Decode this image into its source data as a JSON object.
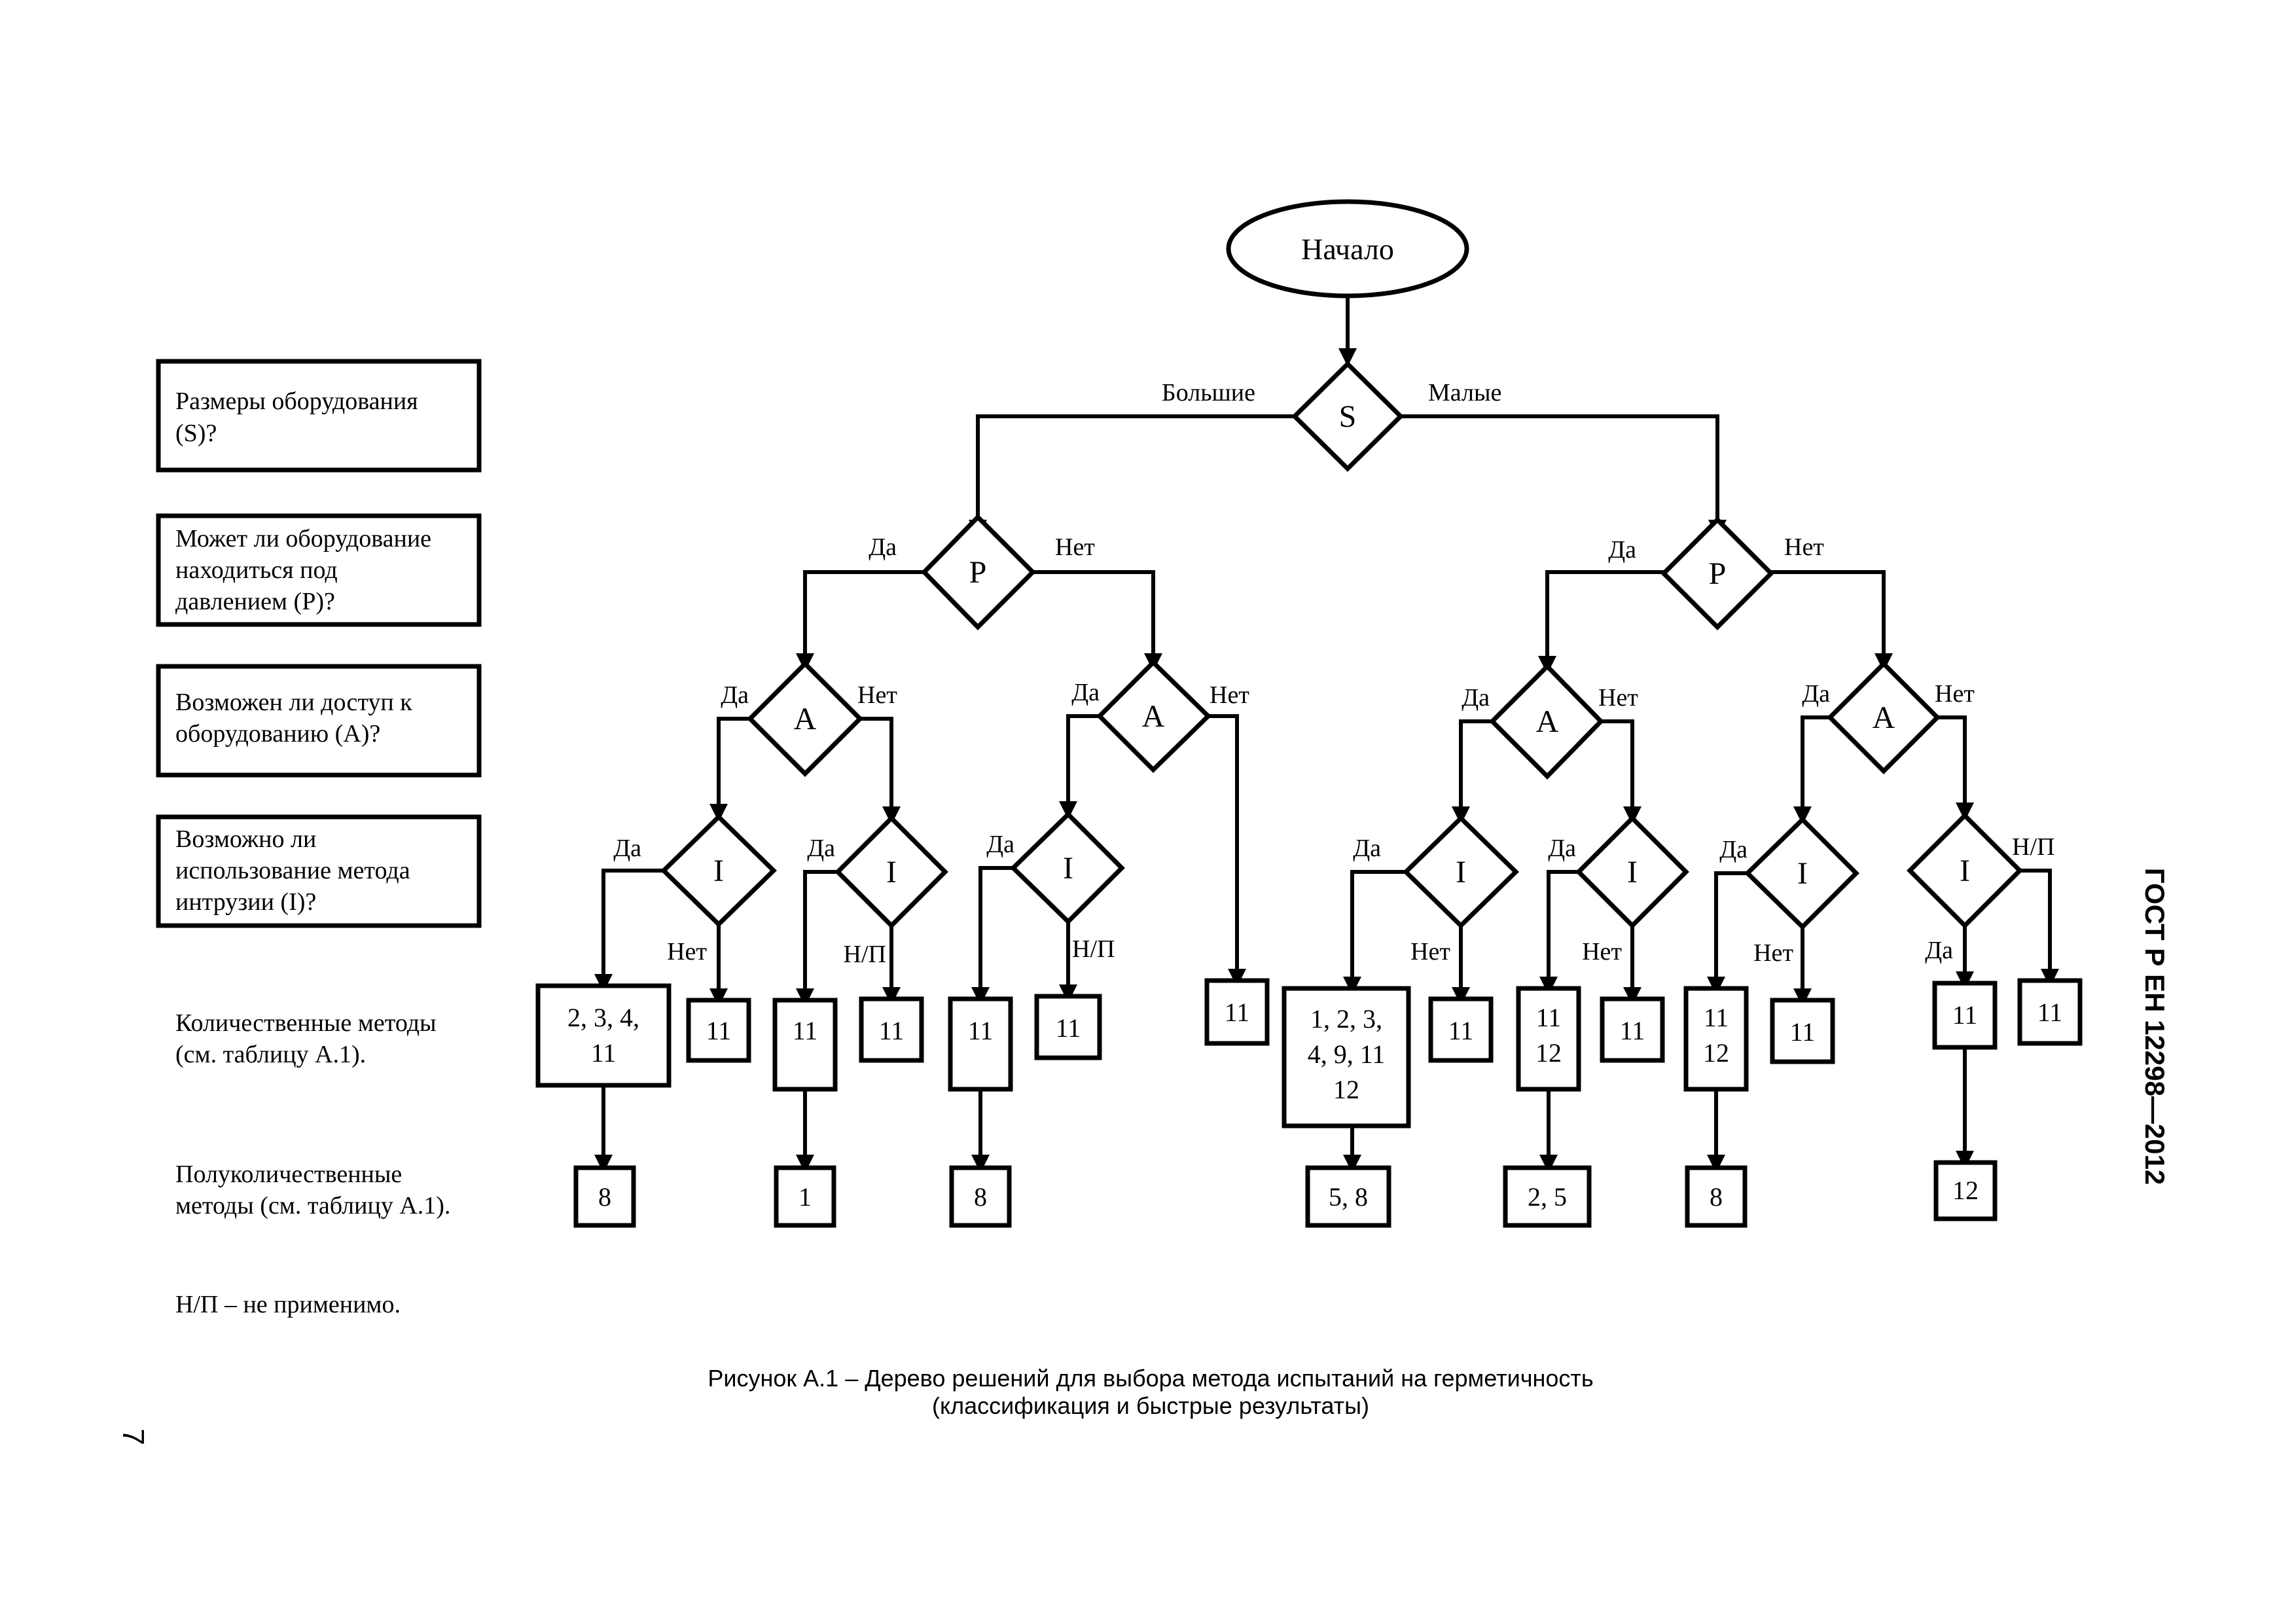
{
  "start_label": "Начало",
  "questions": {
    "s": "S",
    "p": "P",
    "a": "A",
    "i": "I"
  },
  "branch_labels": {
    "large": "Большие",
    "small": "Малые",
    "yes": "Да",
    "no": "Нет",
    "na": "Н/П"
  },
  "legend": {
    "size": [
      "Размеры оборудования",
      "(S)?"
    ],
    "pressure": [
      "Может ли оборудование",
      "находиться под",
      "давлением (P)?"
    ],
    "access": [
      "Возможен ли доступ к",
      "оборудованию (A)?"
    ],
    "intrusion": [
      "Возможно ли",
      "использование метода",
      "интрузии (I)?"
    ],
    "quantitative": [
      "Количественные методы",
      "(см. таблицу A.1)."
    ],
    "semi_quantitative": [
      "Полуколичественные",
      "методы (см. таблицу A.1)."
    ],
    "na_note": "Н/П – не применимо."
  },
  "results": {
    "q1": [
      "2, 3, 4,",
      "11"
    ],
    "q2": "11",
    "q3": "11",
    "q4": "11",
    "q5": "11",
    "q6": "11",
    "q7": "11",
    "q8": [
      "1, 2, 3,",
      "4, 9, 11",
      "12"
    ],
    "q9": "11",
    "q10": [
      "11",
      "12"
    ],
    "q11": "11",
    "q12": [
      "11",
      "12"
    ],
    "q13": "11",
    "q14": "11",
    "q15": "11",
    "s1": "8",
    "s2": "1",
    "s3": "8",
    "s4": "5, 8",
    "s5": "2, 5",
    "s6": "8",
    "s7": "12"
  },
  "caption": [
    "Рисунок А.1 – Дерево решений для выбора метода испытаний на герметичность",
    "(классификация и быстрые результаты)"
  ],
  "side_header": "ГОСТ Р ЕН 12298—2012",
  "page_number": "7"
}
